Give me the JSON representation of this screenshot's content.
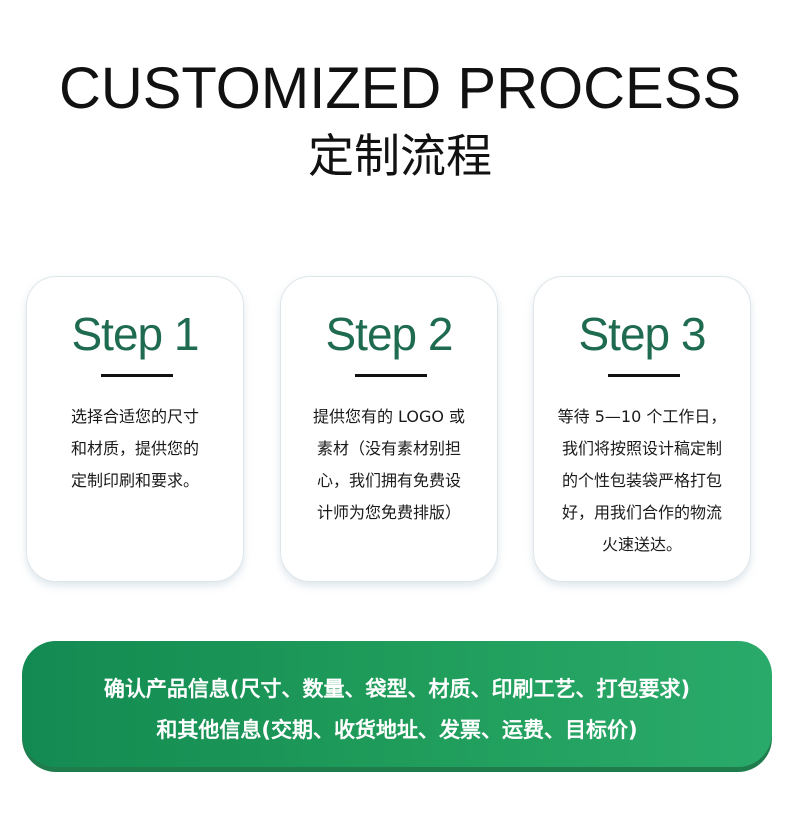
{
  "header": {
    "title_en": "CUSTOMIZED PROCESS",
    "title_zh": "定制流程"
  },
  "steps": [
    {
      "title": "Step 1",
      "lines": [
        "选择合适您的尺寸",
        "和材质，提供您的",
        "定制印刷和要求。"
      ]
    },
    {
      "title": "Step 2",
      "lines": [
        "提供您有的 LOGO 或",
        "素材（没有素材别担",
        "心，我们拥有免费设",
        "计师为您免费排版）"
      ]
    },
    {
      "title": "Step 3",
      "lines": [
        "等待 5—10 个工作日，",
        "我们将按照设计稿定制",
        "的个性包装袋严格打包",
        "好，用我们合作的物流",
        "火速送达。"
      ]
    }
  ],
  "banner": {
    "line1": "确认产品信息(尺寸、数量、袋型、材质、印刷工艺、打包要求)",
    "line2": "和其他信息(交期、收货地址、发票、运费、目标价)"
  },
  "colors": {
    "step_title": "#1f6b50",
    "banner_start": "#138a52",
    "banner_end": "#2aaa6a"
  }
}
